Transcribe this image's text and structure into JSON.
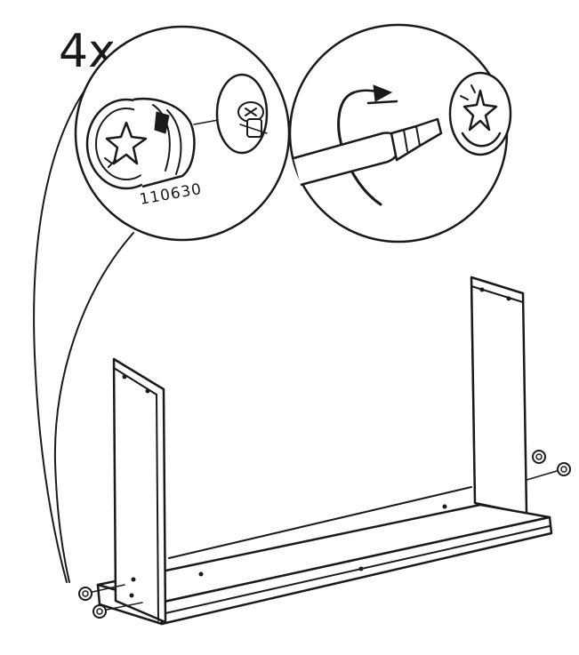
{
  "step": {
    "quantity_label": "4x",
    "part_number": "110630"
  },
  "colors": {
    "ink": "#1a1a1a",
    "paper": "#ffffff"
  },
  "icons": {
    "cam_lock": "cam-lock-fitting",
    "screwdriver": "flathead-screwdriver",
    "rotate_arrow": "clockwise-rotation-arrow"
  }
}
